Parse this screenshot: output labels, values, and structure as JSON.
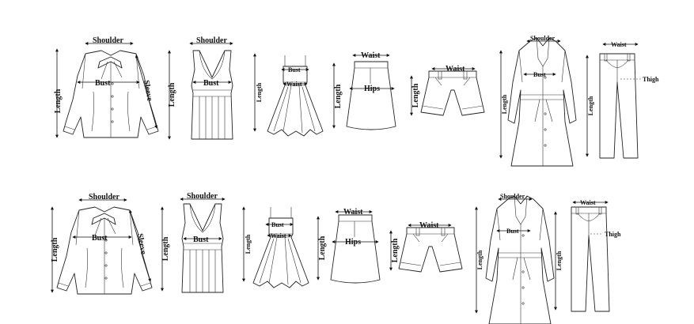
{
  "labels": {
    "shoulder": "Shoulder",
    "bust": "Bust",
    "sleeve": "Sleeve",
    "length": "Length",
    "waist": "Waist",
    "hips": "Hips",
    "thigh": "Thigh"
  },
  "rows": [
    {
      "items": [
        {
          "garment": "blouse",
          "measures": [
            "Shoulder",
            "Bust",
            "Sleeve",
            "Length"
          ]
        },
        {
          "garment": "tank-top",
          "measures": [
            "Shoulder",
            "Bust",
            "Length"
          ]
        },
        {
          "garment": "strap-dress",
          "measures": [
            "Bust",
            "Waist",
            "Length"
          ]
        },
        {
          "garment": "skirt",
          "measures": [
            "Waist",
            "Hips",
            "Length"
          ]
        },
        {
          "garment": "shorts",
          "measures": [
            "Waist",
            "Length"
          ]
        },
        {
          "garment": "trench-coat",
          "measures": [
            "Shoulder",
            "Bust",
            "Length"
          ]
        },
        {
          "garment": "trousers",
          "measures": [
            "Waist",
            "Thigh",
            "Length"
          ]
        }
      ]
    },
    {
      "items": [
        {
          "garment": "blouse",
          "measures": [
            "Shoulder",
            "Bust",
            "Sleeve",
            "Length"
          ]
        },
        {
          "garment": "tank-top",
          "measures": [
            "Shoulder",
            "Bust",
            "Length"
          ]
        },
        {
          "garment": "strap-dress",
          "measures": [
            "Bust",
            "Waist",
            "Length"
          ]
        },
        {
          "garment": "skirt",
          "measures": [
            "Waist",
            "Hips",
            "Length"
          ]
        },
        {
          "garment": "shorts",
          "measures": [
            "Waist",
            "Length"
          ]
        },
        {
          "garment": "trench-coat",
          "measures": [
            "Shoulder",
            "Bust",
            "Length"
          ]
        },
        {
          "garment": "trousers",
          "measures": [
            "Waist",
            "Thigh",
            "Length"
          ]
        }
      ]
    }
  ]
}
